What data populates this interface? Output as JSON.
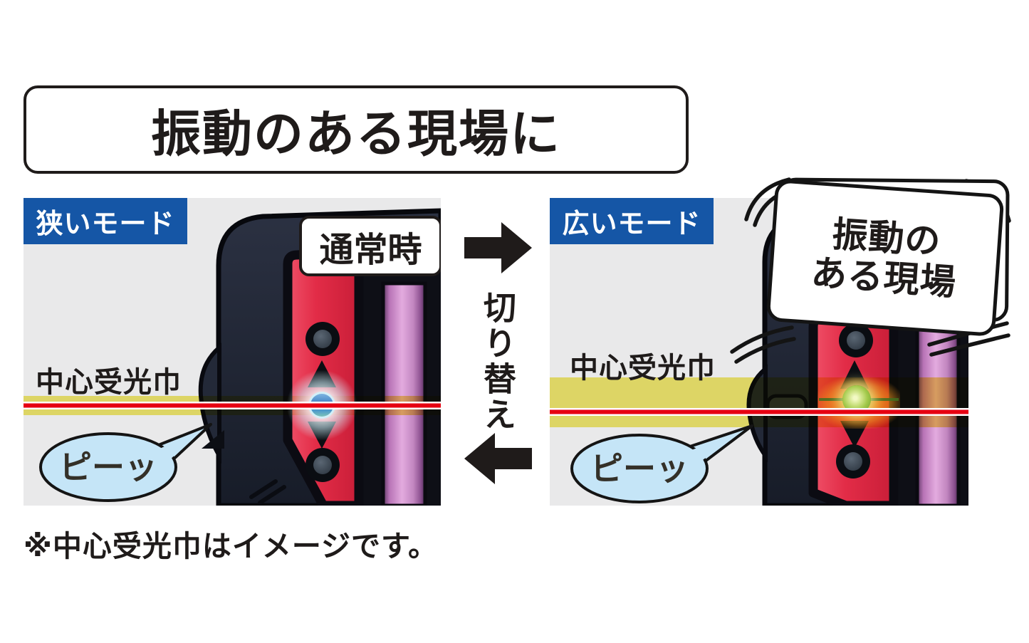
{
  "title": "振動のある現場に",
  "note": "※中心受光巾はイメージです。",
  "switch": {
    "label": "切り替え"
  },
  "left_panel": {
    "mode_label": "狭いモード",
    "state_label": "通常時",
    "width_label": "中心受光巾",
    "beep": "ピーッ"
  },
  "right_panel": {
    "mode_label": "広いモード",
    "vibration_line1": "振動の",
    "vibration_line2": "ある現場",
    "width_label": "中心受光巾",
    "beep": "ピーッ"
  },
  "colors": {
    "header_blue": "#1556a6",
    "panel_gray": "#e9e9ea",
    "band_yellow": "#f2ea6e",
    "laser_red": "#e60012",
    "device_red": "#e22c47",
    "device_purple": "#c286c0",
    "device_body": "#232938",
    "dot_blue": "#3d7ec2",
    "dot_green": "#a3c94b",
    "glow_orange": "#f3941e",
    "bubble_blue": "#c5e5f7",
    "outline_black": "#1f1b1a"
  }
}
